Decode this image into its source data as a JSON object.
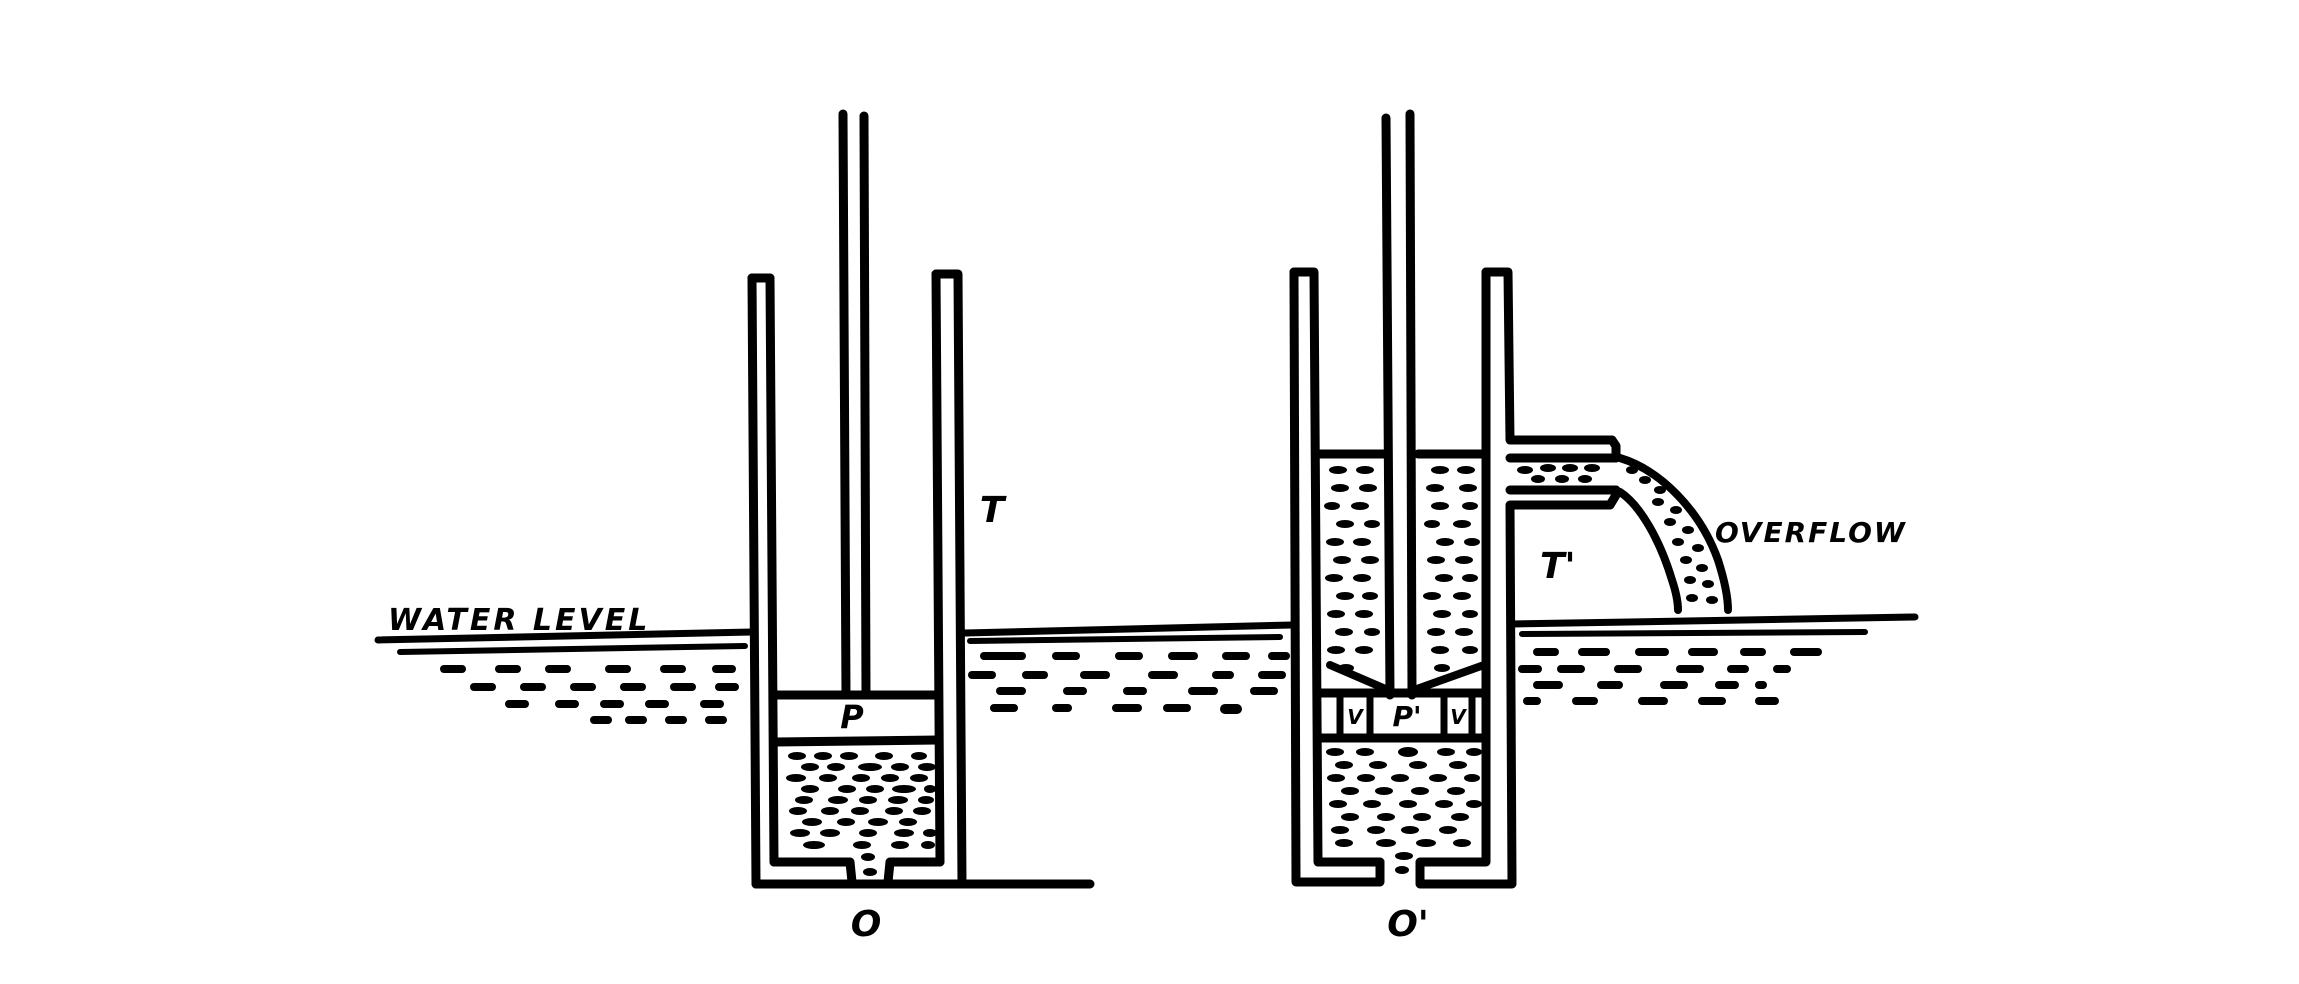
{
  "figure": {
    "background": "#ffffff",
    "ink": "#000000",
    "labels": {
      "water_level": "WATER LEVEL",
      "overflow": "OVERFLOW",
      "tube_left": "T",
      "tube_right": "T'",
      "piston_left": "P",
      "piston_right": "P'",
      "valve_left": "V",
      "valve_right": "V",
      "orifice_left": "O",
      "orifice_right": "O'"
    },
    "components": [
      {
        "id": "left-pump",
        "tube": "T",
        "piston": "P",
        "orifice": "O",
        "state": "piston raised, water drawn into lower chamber"
      },
      {
        "id": "right-pump",
        "tube": "T'",
        "piston": "P'",
        "valves": [
          "V",
          "V"
        ],
        "orifice": "O'",
        "state": "tube full, water spilling out of side spout"
      }
    ]
  }
}
